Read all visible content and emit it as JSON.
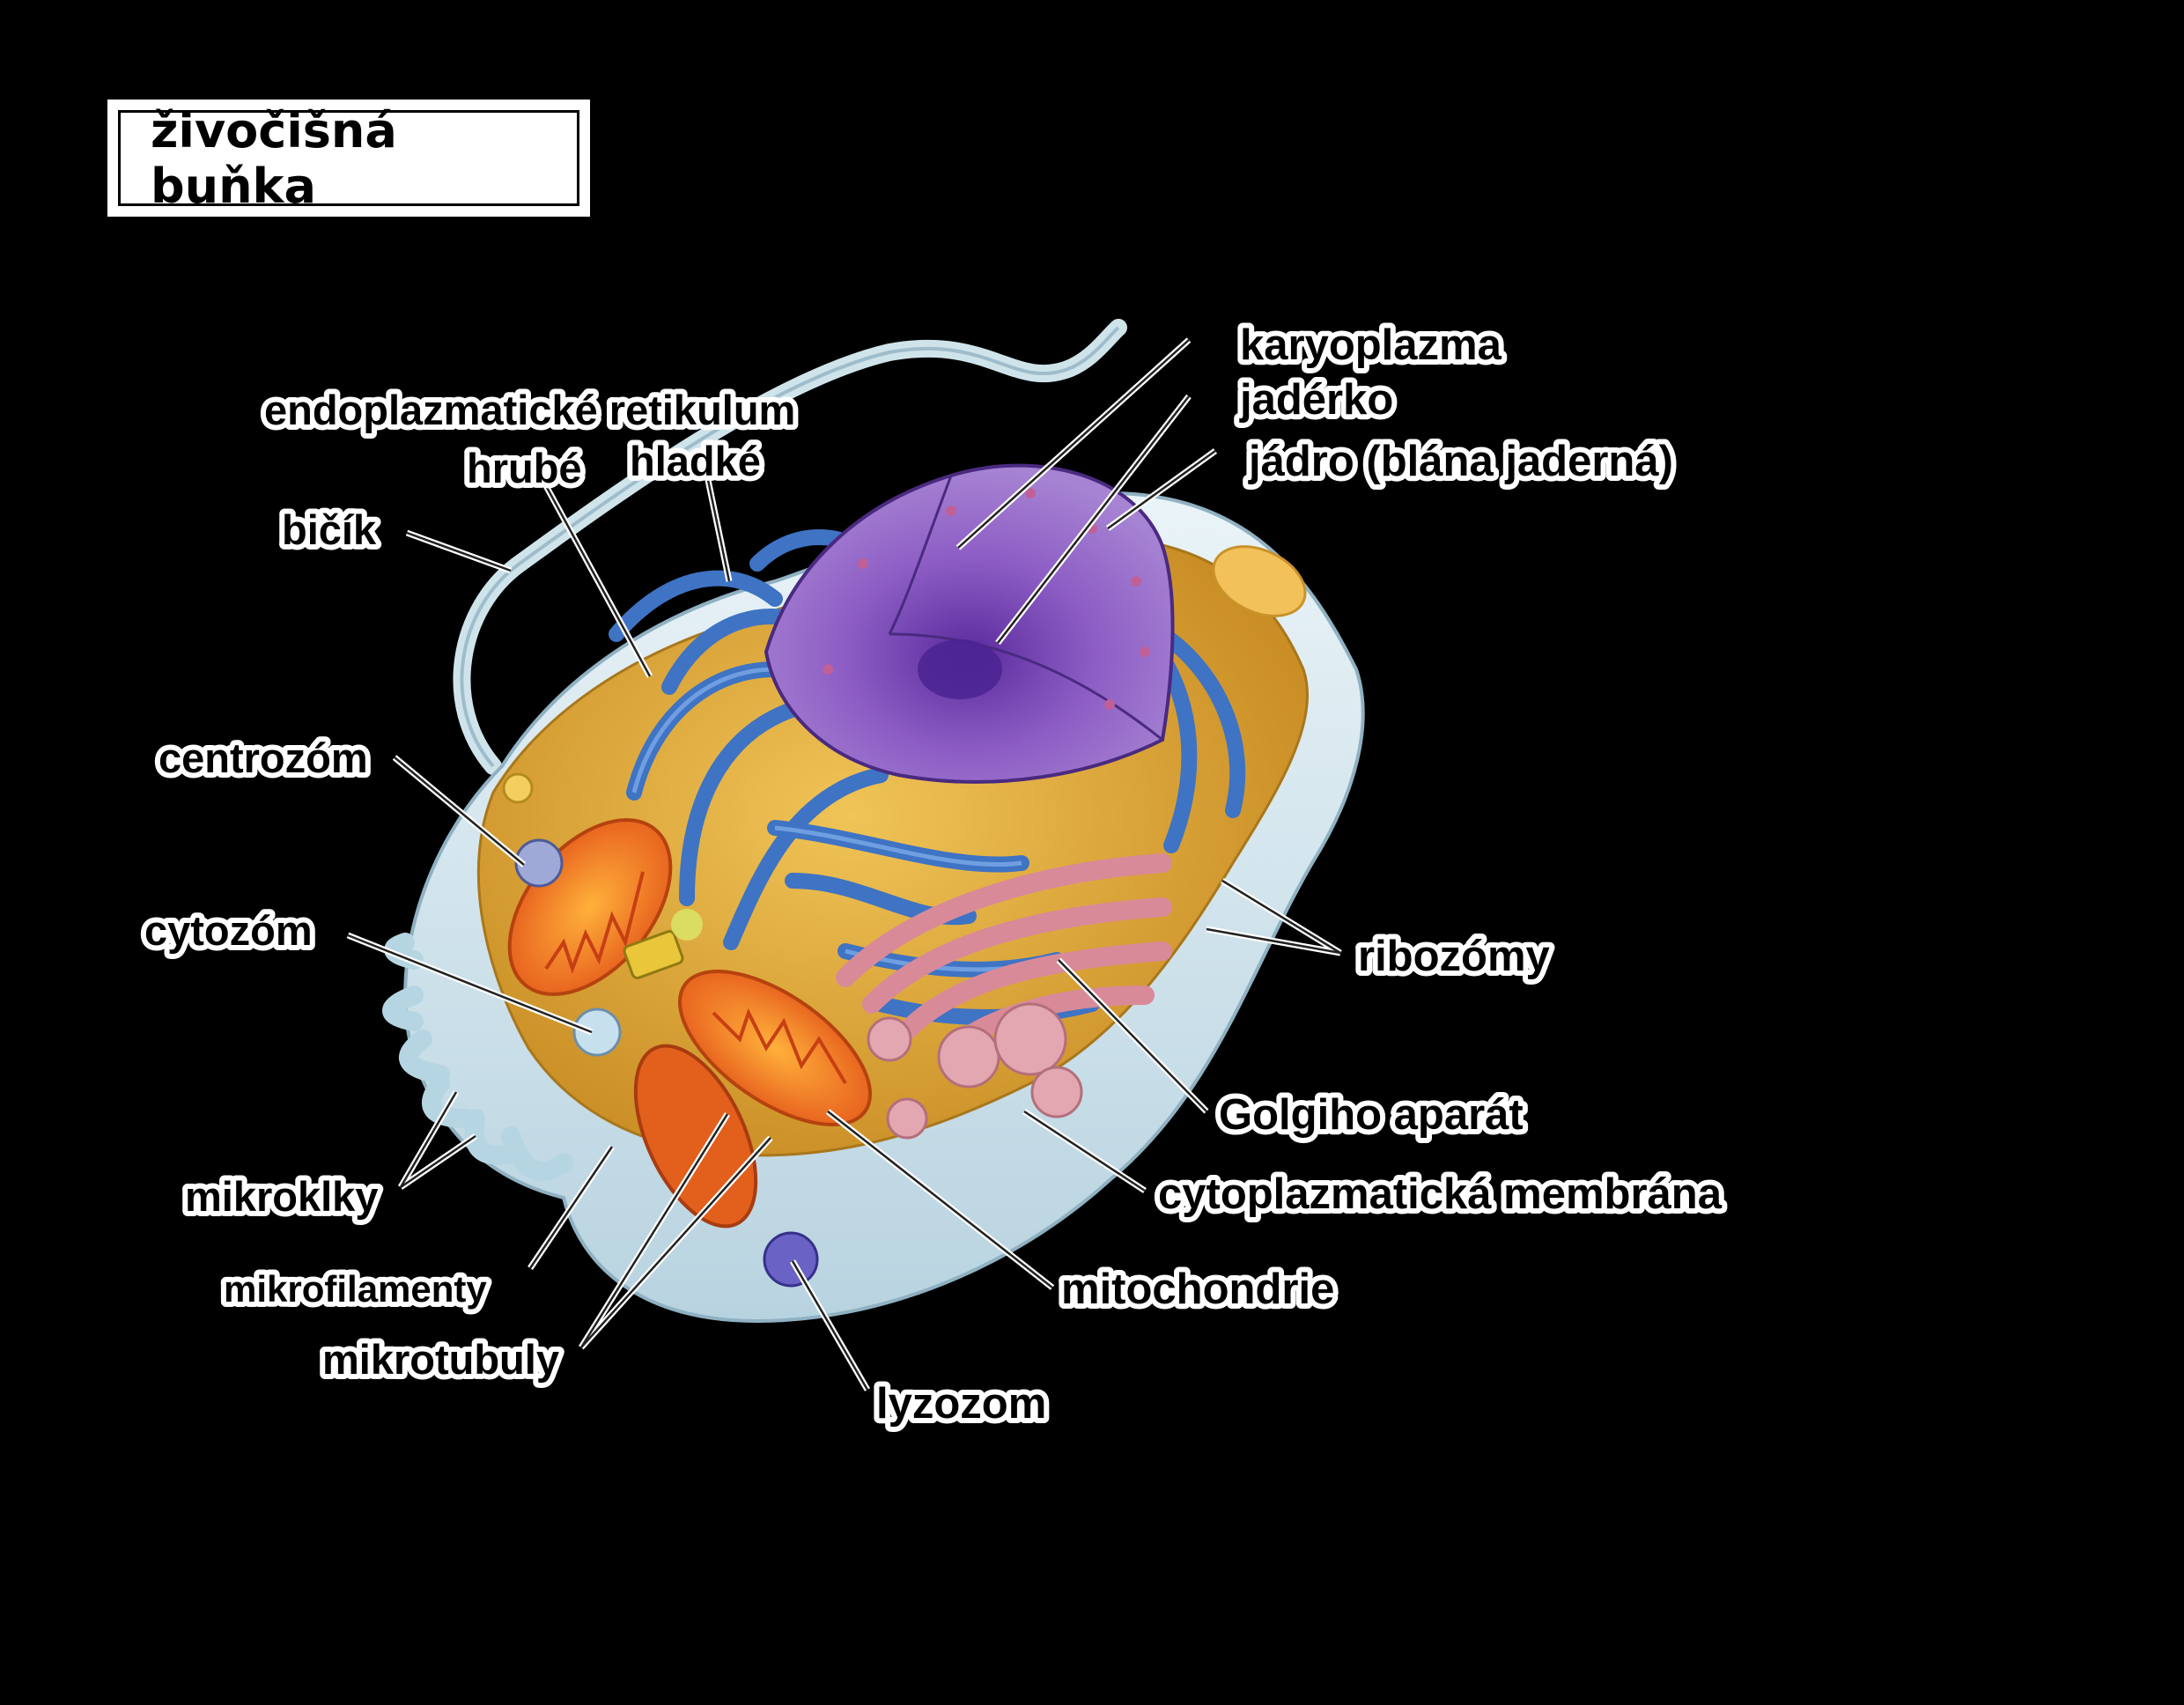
{
  "title": "živočišná buňka",
  "labels": {
    "endoplasmic_reticulum": "endoplazmatické retikulum",
    "rough": "hrubé",
    "smooth": "hladké",
    "flagellum": "bičík",
    "karyoplasm": "karyoplazma",
    "nucleolus": "jadérko",
    "nucleus": "jádro (blána jaderná)",
    "centrosome": "centrozóm",
    "cytosome": "cytozóm",
    "ribosomes": "ribozómy",
    "golgi": "Golgiho aparát",
    "membrane": "cytoplazmatická membrána",
    "microvilli": "mikroklky",
    "microfilaments": "mikrofilamenty",
    "microtubules": "mikrotubuly",
    "mitochondria": "mitochondrie",
    "lysosome": "lyzozom"
  },
  "colors": {
    "background": "#000000",
    "cytoplasm": "#e2ae3a",
    "membrane": "#d4e6ee",
    "er": "#3f73c4",
    "nucleus": "#7b4bb4",
    "golgi": "#d98a98",
    "mitochondria": "#f07a1f"
  }
}
